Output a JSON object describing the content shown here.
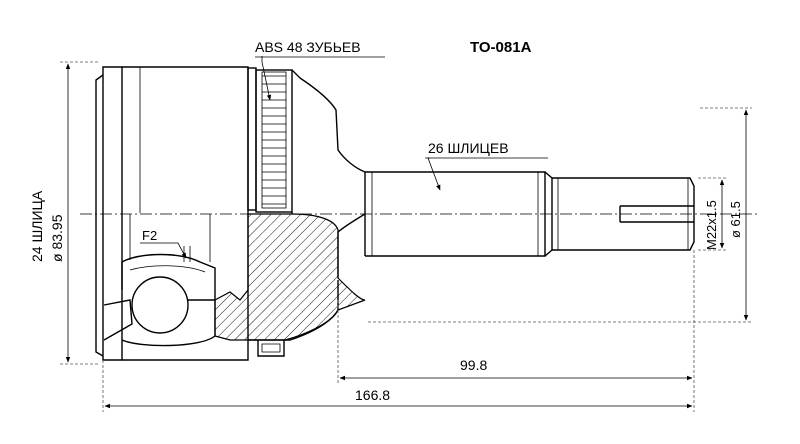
{
  "part_number": "TO-081A",
  "labels": {
    "abs_teeth": "ABS 48 ЗУБЬЕВ",
    "outer_splines": "26 ШЛИЦЕВ",
    "inner_splines": "24 ШЛИЦА",
    "inner_diameter": "ø 83.95",
    "thread": "M22x1.5",
    "outer_diameter": "ø 61.5",
    "flange_callout": "F2",
    "shaft_length": "99.8",
    "total_length": "166.8"
  },
  "colors": {
    "line": "#000000",
    "dimension": "#555555",
    "hatch": "#000000"
  }
}
